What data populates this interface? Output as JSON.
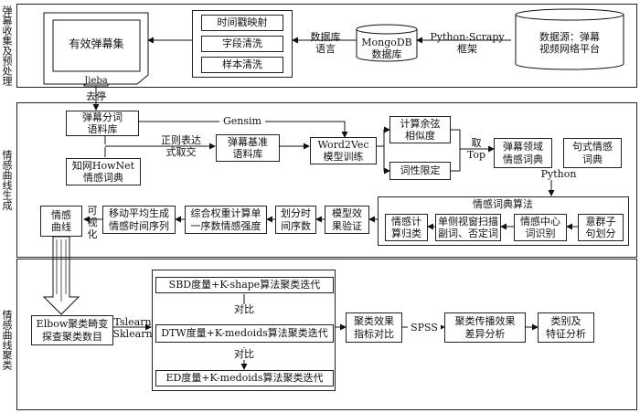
{
  "sections": {
    "s1": "弹幕收集及预处理",
    "s2": "情感曲线生成",
    "s3": "情感曲线聚类"
  },
  "stage1": {
    "valid_set": "有效弹幕集",
    "timestamp": "时间戳映射",
    "field_clean": "字段清洗",
    "sample_clean": "样本清洗",
    "db_lang": "数据库\n语言",
    "mongodb": "MongoDB\n数据库",
    "scrapy": "Python-Scrapy\n框架",
    "datasource": "数据源：弹幕\n视频网络平台"
  },
  "stage2": {
    "jieba": "Jieba",
    "stopword": "去停",
    "corpus": "弹幕分词\n语料库",
    "gensim": "Gensim",
    "cosine": "计算余弦\n相似度",
    "pos": "词性限定",
    "regex": "正则表达\n式取交",
    "howNet": "知网HowNet\n情感词典",
    "baseline": "弹幕基准\n语料库",
    "w2v": "Word2Vec\n模型训练",
    "top": "取\nTop",
    "domain_dict": "弹幕领域\n情感词典",
    "sentence_dict": "句式情感\n词典",
    "python": "Python",
    "algo_title": "情感词典算法",
    "calc": "情感计\n算归类",
    "window": "单侧视窗扫描\n副词、否定词",
    "center": "情感中心\n词识别",
    "group": "意群子\n句划分",
    "validate": "模型效\n果验证",
    "timeseq": "划分时\n间序数",
    "weight": "综合权重计算单\n一序数情感强度",
    "moving": "移动平均生成\n情感时间序列",
    "visual": "可\n视\n化",
    "curve": "情感\n曲线"
  },
  "stage3": {
    "elbow": "Elbow聚类畸变\n探查聚类数目",
    "tslearn": "Tslearn\nSklearn",
    "sbd": "SBD度量+K-shape算法聚类迭代",
    "compare1": "对比",
    "dtw": "DTW度量+K-medoids算法聚类迭代",
    "compare2": "对比",
    "ed": "ED度量+K-medoids算法聚类迭代",
    "metric": "聚类效果\n指标对比",
    "spss": "SPSS",
    "diff": "聚类传播效果\n差异分析",
    "category": "类别及\n特征分析"
  }
}
